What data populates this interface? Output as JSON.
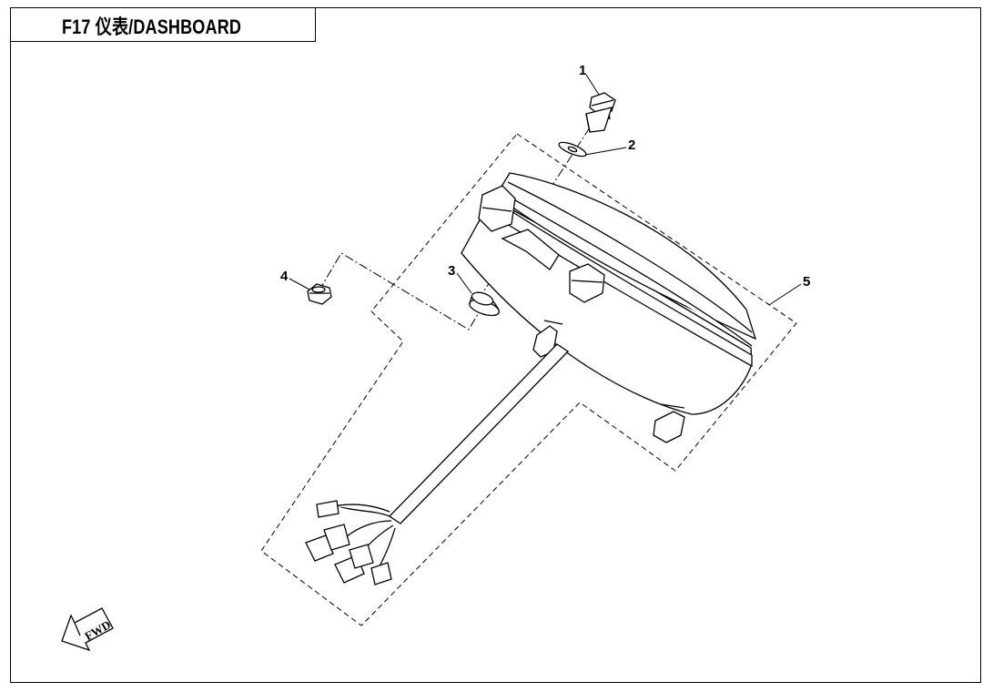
{
  "header": {
    "title": "F17 仪表/DASHBOARD"
  },
  "callouts": [
    {
      "id": "1",
      "label": "1"
    },
    {
      "id": "2",
      "label": "2"
    },
    {
      "id": "3",
      "label": "3"
    },
    {
      "id": "4",
      "label": "4"
    },
    {
      "id": "5",
      "label": "5"
    }
  ],
  "fwd_arrow": {
    "label": "FWD",
    "icon": "fwd-arrow-icon"
  },
  "colors": {
    "line": "#000000",
    "background": "#ffffff"
  }
}
